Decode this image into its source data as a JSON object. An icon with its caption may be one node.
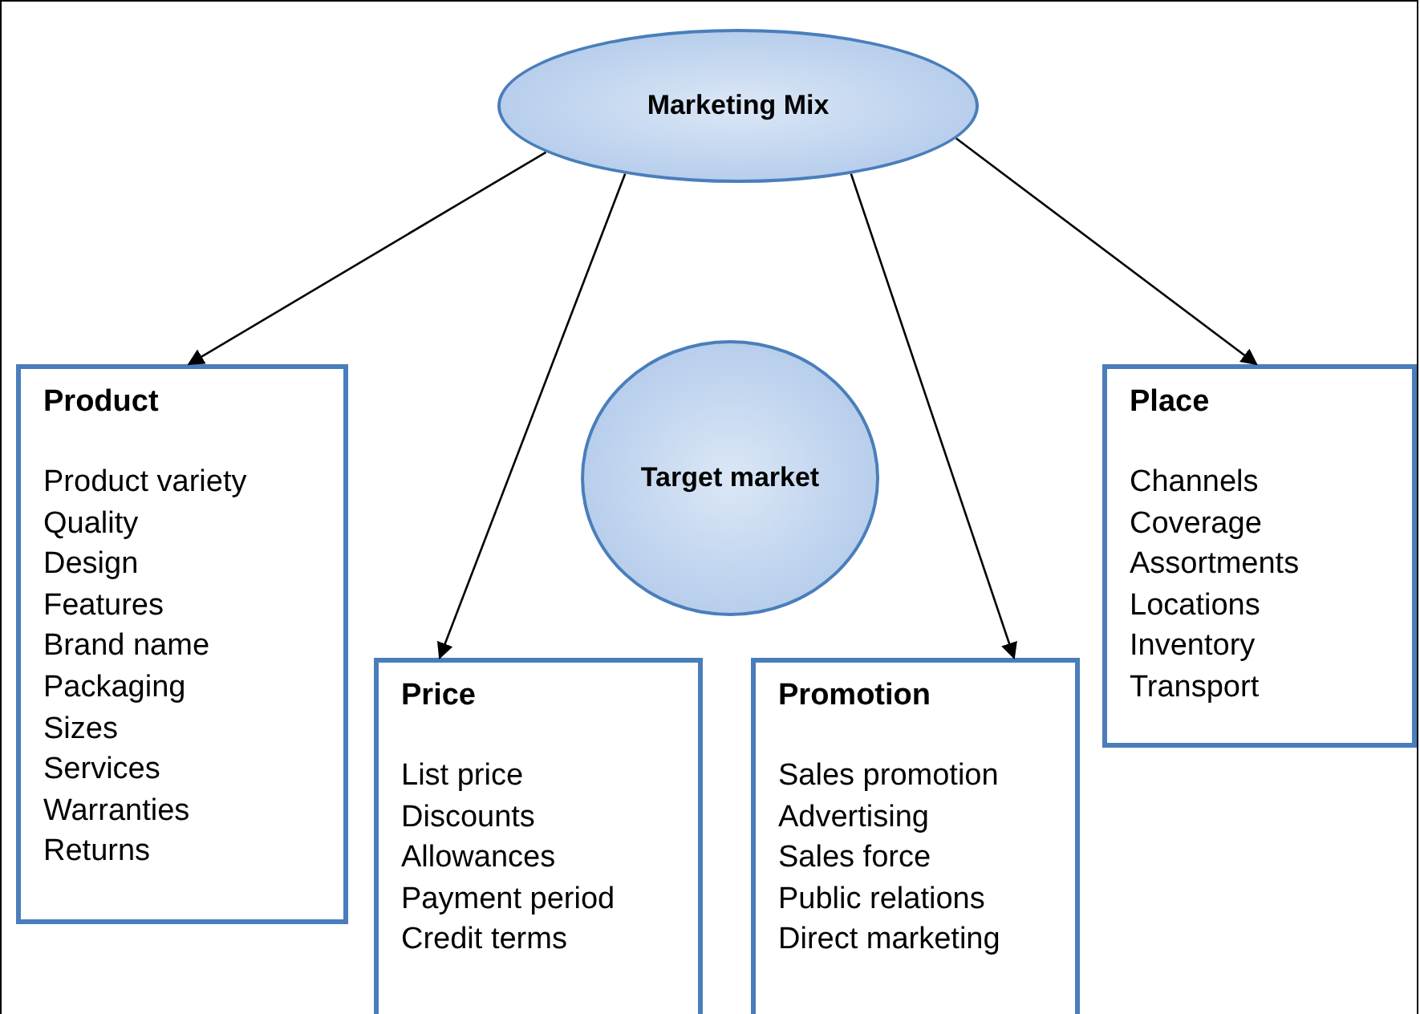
{
  "diagram": {
    "nodes": [
      {
        "text": [
          "Marketing Mix"
        ]
      },
      {
        "text": [
          "Target market"
        ]
      },
      {
        "text": [
          "Product",
          "Product variety",
          "Quality",
          "Design",
          "Features",
          "Brand name",
          "Packaging",
          "Sizes",
          "Services",
          "Warranties",
          "Returns"
        ]
      },
      {
        "text": [
          "Price",
          "List price",
          "Discounts",
          "Allowances",
          "Payment period",
          "Credit terms"
        ]
      },
      {
        "text": [
          "Promotion",
          "Sales promotion",
          "Advertising",
          "Sales force",
          "Public relations",
          "Direct marketing"
        ]
      },
      {
        "text": [
          "Place",
          "Channels",
          "Coverage",
          "Assortments",
          "Locations",
          "Inventory",
          "Transport"
        ]
      }
    ],
    "edges": [
      {
        "from": 0,
        "to": 2,
        "arrow": "to"
      },
      {
        "from": 0,
        "to": 3,
        "arrow": "to"
      },
      {
        "from": 0,
        "to": 4,
        "arrow": "to"
      },
      {
        "from": 0,
        "to": 5,
        "arrow": "to"
      }
    ]
  }
}
